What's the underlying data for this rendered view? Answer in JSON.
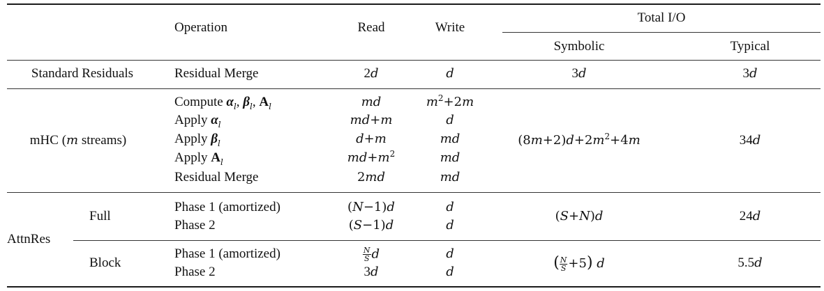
{
  "table": {
    "header": {
      "operation": "Operation",
      "read": "Read",
      "write": "Write",
      "total_io": "Total I/O",
      "symbolic": "Symbolic",
      "typical": "Typical"
    },
    "groups": [
      {
        "label": "Standard Residuals",
        "rows": [
          {
            "operation": "Residual Merge",
            "read": "2d",
            "write": "d"
          }
        ],
        "symbolic": "3d",
        "typical": "3d"
      },
      {
        "label_prefix": "mHC (",
        "label_var": "m",
        "label_suffix": " streams)",
        "rows": [
          {
            "operation_prefix": "Compute ",
            "operation_math": "α_l, β_l, A_l",
            "read": "md",
            "write": "m^2+2m"
          },
          {
            "operation_prefix": "Apply ",
            "operation_math": "α_l",
            "read": "md+m",
            "write": "d"
          },
          {
            "operation_prefix": "Apply ",
            "operation_math": "β_l",
            "read": "d+m",
            "write": "md"
          },
          {
            "operation_prefix": "Apply ",
            "operation_math": "A_l",
            "read": "md+m^2",
            "write": "md"
          },
          {
            "operation": "Residual Merge",
            "read": "2md",
            "write": "md"
          }
        ],
        "symbolic": "(8m+2)d+2m^2+4m",
        "typical": "34d"
      },
      {
        "label": "AttnRes",
        "subgroups": [
          {
            "label": "Full",
            "rows": [
              {
                "operation": "Phase 1 (amortized)",
                "read": "(N−1)d",
                "write": "d"
              },
              {
                "operation": "Phase 2",
                "read": "(S−1)d",
                "write": "d"
              }
            ],
            "symbolic": "(S+N)d",
            "typical": "24d"
          },
          {
            "label": "Block",
            "rows": [
              {
                "operation": "Phase 1 (amortized)",
                "read": "(N/S)d",
                "write": "d"
              },
              {
                "operation": "Phase 2",
                "read": "3d",
                "write": "d"
              }
            ],
            "symbolic": "(N/S+5) d",
            "typical": "5.5d"
          }
        ]
      }
    ]
  },
  "math_display": {
    "m": "m",
    "d": "d",
    "two_d": "2",
    "three": "3",
    "plus": "+",
    "minus": "−",
    "N": "N",
    "S": "S",
    "two_m": "2m",
    "four_m": "4m",
    "sq": "2",
    "alpha": "α",
    "beta": "β",
    "A": "A",
    "l": "l",
    "five": "5",
    "lp": "(",
    "rp": ")",
    "comma": ", ",
    "eight_m_plus_two": "(8m+2)",
    "thirty_four": "34",
    "twenty_four": "24",
    "five_five": "5.5"
  }
}
